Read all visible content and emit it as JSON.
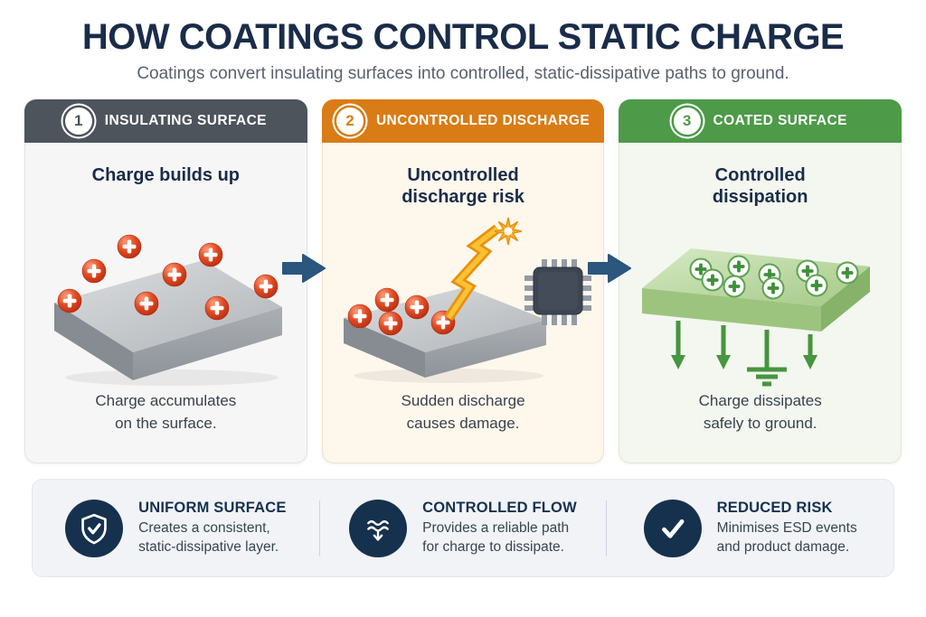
{
  "header": {
    "title": "HOW COATINGS CONTROL STATIC CHARGE",
    "subtitle": "Coatings convert insulating surfaces into controlled, static-dissipative paths to ground."
  },
  "panels": [
    {
      "number": "1",
      "header": "INSULATING SURFACE",
      "stage_title": "Charge builds up",
      "caption_line1": "Charge accumulates",
      "caption_line2": "on the surface."
    },
    {
      "number": "2",
      "header": "UNCONTROLLED DISCHARGE",
      "stage_title": "Uncontrolled discharge risk",
      "caption_line1": "Sudden discharge",
      "caption_line2": "causes damage."
    },
    {
      "number": "3",
      "header": "COATED SURFACE",
      "stage_title": "Controlled dissipation",
      "caption_line1": "Charge dissipates",
      "caption_line2": "safely to ground."
    }
  ],
  "features": [
    {
      "icon": "shield-check-icon",
      "title": "UNIFORM SURFACE",
      "desc_line1": "Creates a consistent,",
      "desc_line2": "static-dissipative layer."
    },
    {
      "icon": "waves-down-arrow-icon",
      "title": "CONTROLLED FLOW",
      "desc_line1": "Provides a reliable path",
      "desc_line2": "for charge to dissipate."
    },
    {
      "icon": "check-icon",
      "title": "REDUCED RISK",
      "desc_line1": "Minimises ESD events",
      "desc_line2": "and product damage."
    }
  ],
  "colors": {
    "title_navy": "#1a2c49",
    "subtitle_gray": "#58616d",
    "panel1_header": "#4e545c",
    "panel2_header": "#d97c15",
    "panel3_header": "#4d9a49",
    "flow_arrow_navy": "#2b567d",
    "charge_red": "#d9431f",
    "coating_green": "#4a9d45",
    "feature_icon_navy": "#16314e",
    "lightning_yellow": "#f9c235"
  }
}
